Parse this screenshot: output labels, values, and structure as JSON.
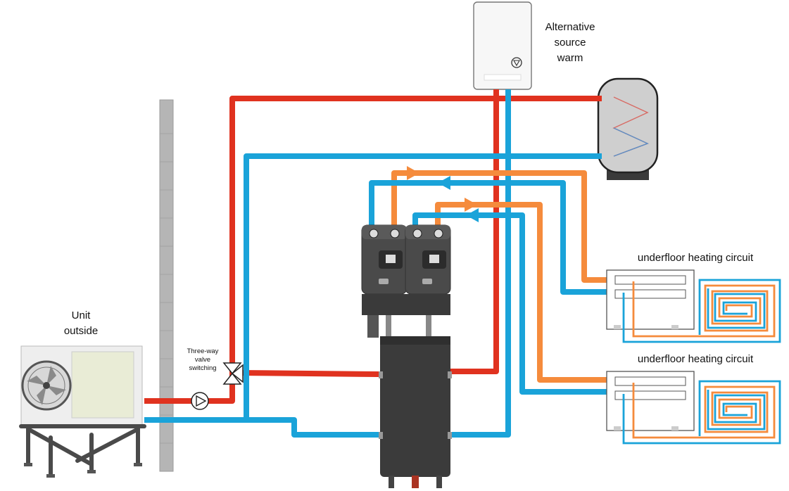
{
  "labels": {
    "alternative_source": [
      "Alternative",
      "source",
      "warm"
    ],
    "unit_outside": [
      "Unit",
      "outside"
    ],
    "three_way_valve": [
      "Three-way",
      "valve",
      "switching"
    ],
    "underfloor_1": "underfloor heating circuit",
    "underfloor_2": "underfloor heating circuit"
  },
  "colors": {
    "hot": "#e0321f",
    "cold": "#1aa3d9",
    "mixed": "#f58b3c",
    "wall": "#b5b5b5",
    "tank": "#3b3b3b"
  },
  "icons": [
    "fan-icon",
    "pump-icon",
    "three-way-valve-icon",
    "boiler-pump-icon"
  ]
}
